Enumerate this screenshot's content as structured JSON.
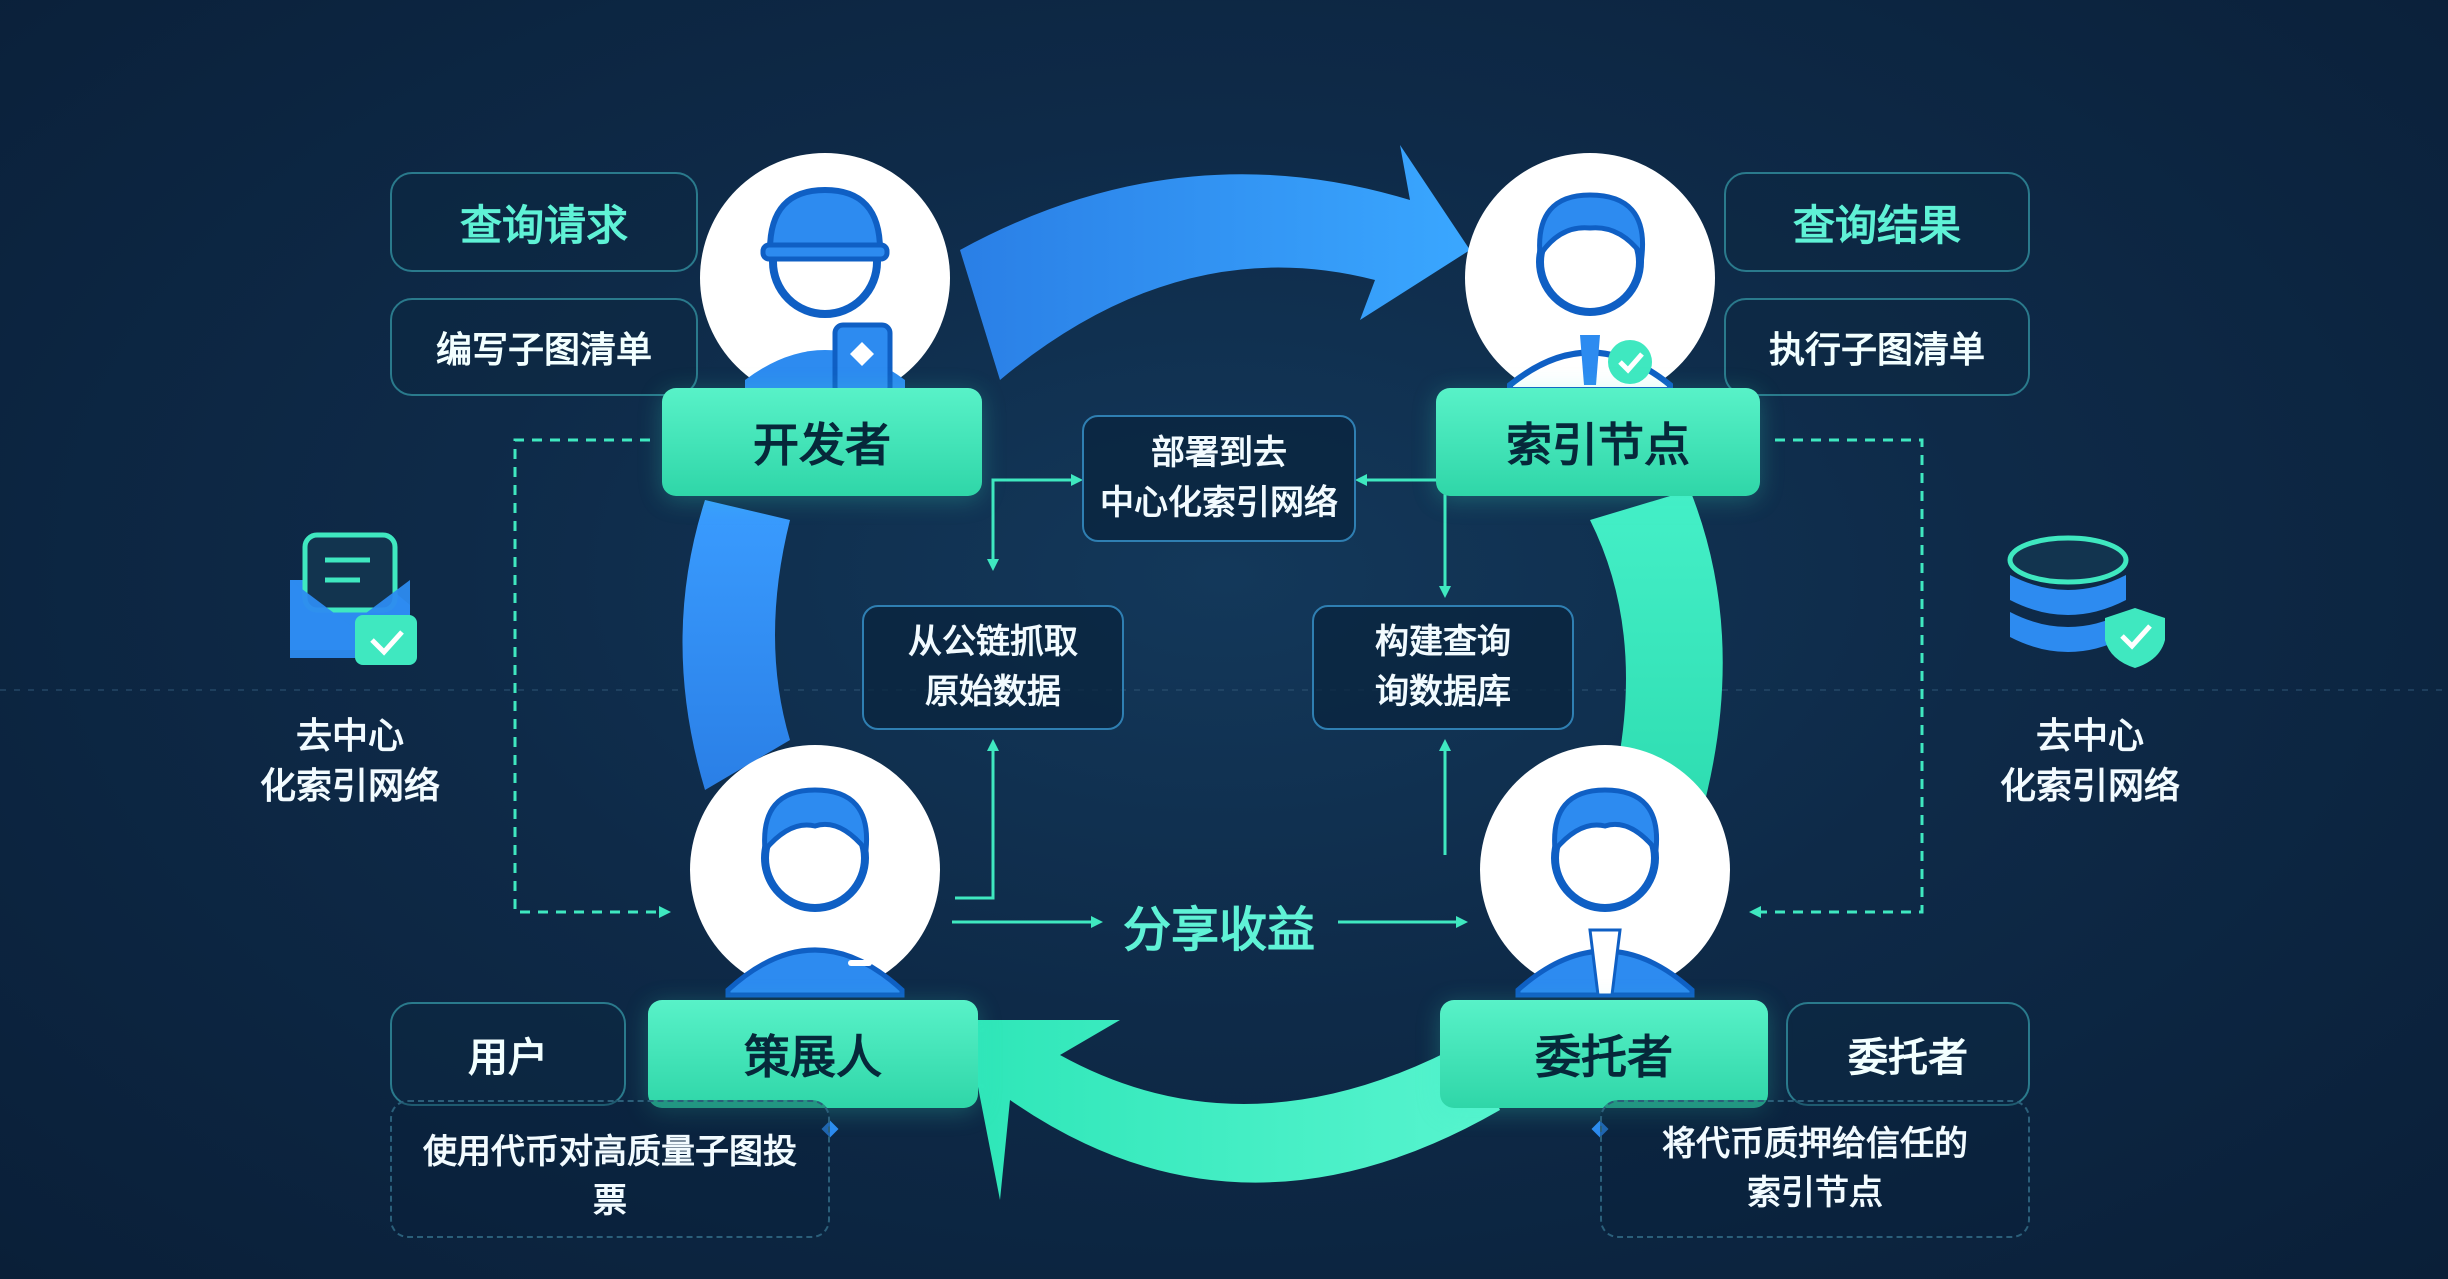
{
  "colors": {
    "blue": "#2d8bf0",
    "teal": "#3ff0c0",
    "background": "#0e2a48",
    "label_text": "#06283a"
  },
  "roles": {
    "developer": "开发者",
    "indexer": "索引节点",
    "curator": "策展人",
    "delegator": "委托者"
  },
  "top_left": {
    "title": "查询请求",
    "subtitle": "编写子图清单"
  },
  "top_right": {
    "title": "查询结果",
    "subtitle": "执行子图清单"
  },
  "bottom_left": {
    "tag": "用户",
    "note": "使用代币对高质量子图投票"
  },
  "bottom_right": {
    "tag": "委托者",
    "note_line1": "将代币质押给信任的",
    "note_line2": "索引节点"
  },
  "center": {
    "deploy_line1": "部署到去",
    "deploy_line2": "中心化索引网络",
    "fetch_line1": "从公链抓取",
    "fetch_line2": "原始数据",
    "build_line1": "构建查询",
    "build_line2": "询数据库",
    "share": "分享收益"
  },
  "sides": {
    "left_line1": "去中心",
    "left_line2": "化索引网络",
    "right_line1": "去中心",
    "right_line2": "化索引网络"
  },
  "icons": {
    "developer_avatar": "developer-avatar-icon",
    "indexer_avatar": "indexer-avatar-icon",
    "curator_avatar": "curator-avatar-icon",
    "delegator_avatar": "delegator-avatar-icon",
    "left_side": "document-check-icon",
    "right_side": "database-check-icon"
  }
}
